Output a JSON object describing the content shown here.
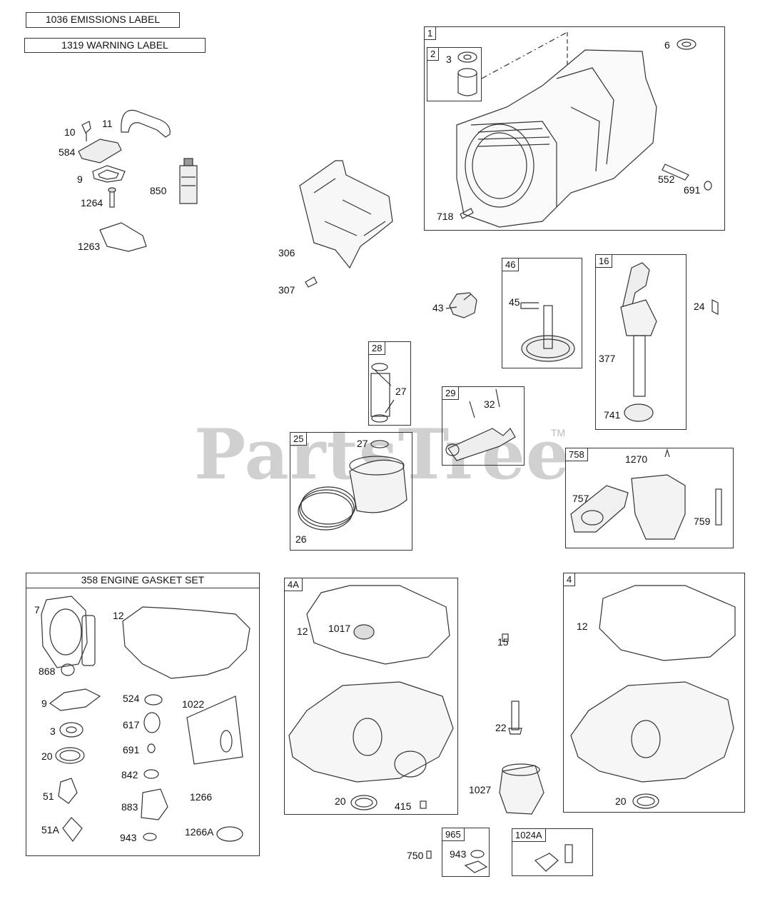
{
  "watermark": {
    "text": "PartsTree",
    "tm": "TM"
  },
  "headers": {
    "emissions": "1036 EMISSIONS LABEL",
    "warning": "1319 WARNING LABEL",
    "gasket_set": "358 ENGINE GASKET SET"
  },
  "boxes": {
    "b1": "1",
    "b2": "2",
    "b46": "46",
    "b16": "16",
    "b28": "28",
    "b29": "29",
    "b25": "25",
    "b758": "758",
    "b4A": "4A",
    "b4": "4",
    "b965": "965",
    "b1024A": "1024A"
  },
  "parts": {
    "p3": "3",
    "p6": "6",
    "p552": "552",
    "p691": "691",
    "p718": "718",
    "p10": "10",
    "p11": "11",
    "p584": "584",
    "p9": "9",
    "p850": "850",
    "p1264": "1264",
    "p1263": "1263",
    "p306": "306",
    "p307": "307",
    "p43": "43",
    "p45": "45",
    "p24": "24",
    "p377": "377",
    "p741": "741",
    "p27a": "27",
    "p32": "32",
    "p27b": "27",
    "p26": "26",
    "p1270": "1270",
    "p757": "757",
    "p759": "759",
    "g7": "7",
    "g12": "12",
    "g868": "868",
    "g9": "9",
    "g524": "524",
    "g1022": "1022",
    "g3": "3",
    "g617": "617",
    "g20": "20",
    "g691": "691",
    "g842": "842",
    "g51": "51",
    "g883": "883",
    "g1266": "1266",
    "g51A": "51A",
    "g943": "943",
    "g1266A": "1266A",
    "a12": "12",
    "a1017": "1017",
    "a20": "20",
    "a415": "415",
    "p15": "15",
    "p22": "22",
    "p1027": "1027",
    "p750": "750",
    "c12": "12",
    "c20": "20",
    "p943b": "943"
  }
}
